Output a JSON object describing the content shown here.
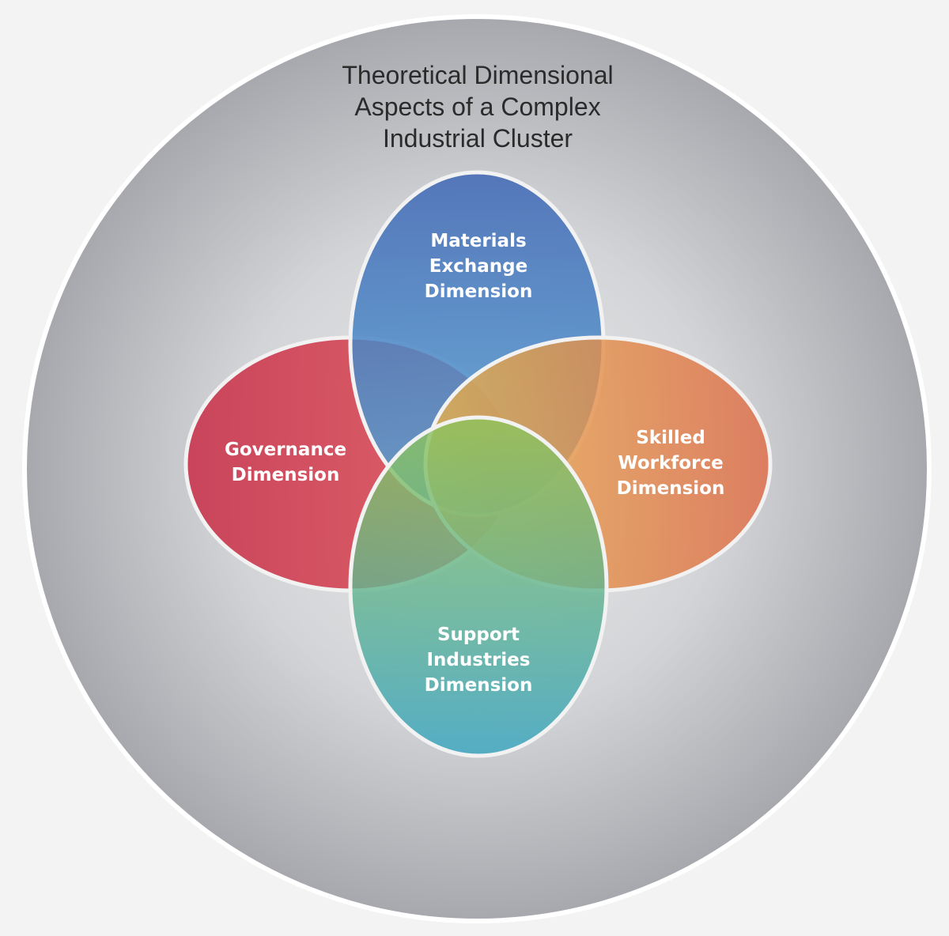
{
  "title": {
    "lines": [
      "Theoretical Dimensional",
      "Aspects of a Complex",
      "Industrial Cluster"
    ]
  },
  "dimensions": {
    "materials": {
      "lines": [
        "Materials",
        "Exchange",
        "Dimension"
      ],
      "color_start": "#3f67b5",
      "color_end": "#55a6d6"
    },
    "governance": {
      "lines": [
        "Governance",
        "Dimension"
      ],
      "color_start": "#c93a52",
      "color_end": "#e05a60"
    },
    "workforce": {
      "lines": [
        "Skilled",
        "Workforce",
        "Dimension"
      ],
      "color_start": "#e8b24a",
      "color_end": "#e06a45"
    },
    "support": {
      "lines": [
        "Support",
        "Industries",
        "Dimension"
      ],
      "color_start": "#8fc35a",
      "color_end": "#3aa6c2"
    }
  },
  "colors": {
    "page_background": "#f3f3f4",
    "outer_circle_center": "#ececed",
    "outer_circle_edge": "#a7a8ad",
    "outline": "#f2f2f2"
  }
}
